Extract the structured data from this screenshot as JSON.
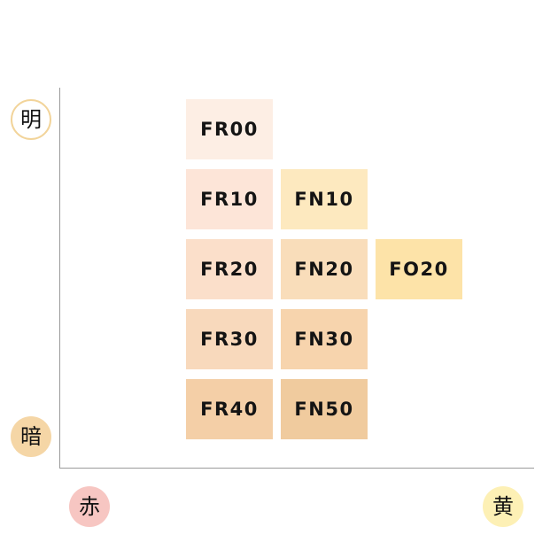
{
  "axes": {
    "y_top_label": "明",
    "y_bottom_label": "暗",
    "x_left_label": "赤",
    "x_right_label": "黄"
  },
  "axis_colors": {
    "line": "#9a9a9a",
    "bright_badge_fill": "#ffffff",
    "bright_badge_border": "#f2d49a",
    "dark_badge_fill": "#f5d6a6",
    "red_badge_fill": "#f7c6c2",
    "yellow_badge_fill": "#fdf0b5"
  },
  "shades": [
    {
      "code": "FR00",
      "row": 0,
      "col": 0,
      "color": "#fdeee4"
    },
    {
      "code": "FR10",
      "row": 1,
      "col": 0,
      "color": "#fde5d8"
    },
    {
      "code": "FN10",
      "row": 1,
      "col": 1,
      "color": "#fde9bf"
    },
    {
      "code": "FR20",
      "row": 2,
      "col": 0,
      "color": "#fbdfca"
    },
    {
      "code": "FN20",
      "row": 2,
      "col": 1,
      "color": "#f9ddba"
    },
    {
      "code": "FO20",
      "row": 2,
      "col": 2,
      "color": "#fde3a8"
    },
    {
      "code": "FR30",
      "row": 3,
      "col": 0,
      "color": "#f8d9bc"
    },
    {
      "code": "FN30",
      "row": 3,
      "col": 1,
      "color": "#f7d4ad"
    },
    {
      "code": "FR40",
      "row": 4,
      "col": 0,
      "color": "#f4cfa7"
    },
    {
      "code": "FN50",
      "row": 4,
      "col": 1,
      "color": "#f0cb9e"
    }
  ]
}
